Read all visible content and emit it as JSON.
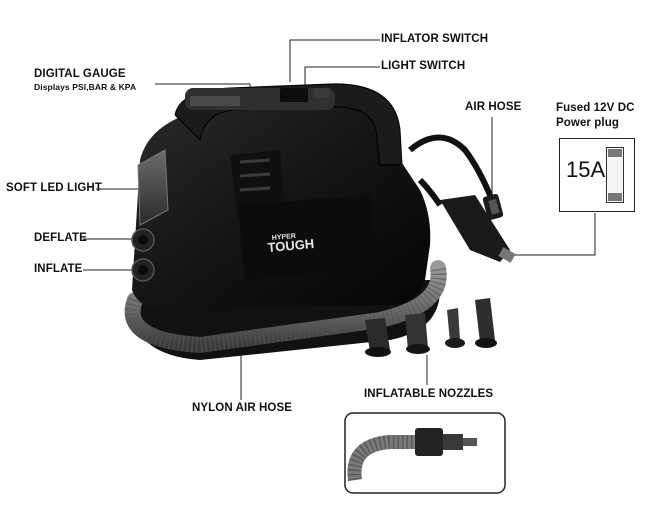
{
  "labels": {
    "digital_gauge": "DIGITAL GAUGE",
    "digital_gauge_sub": "Displays PSI,BAR & KPA",
    "inflator_switch": "INFLATOR  SWITCH",
    "light_switch": "LIGHT SWITCH",
    "air_hose": "AIR HOSE",
    "fused_plug_line1": "Fused 12V DC",
    "fused_plug_line2": "Power plug",
    "fuse_rating": "15A",
    "soft_led_light": "SOFT LED LIGHT",
    "deflate": "DEFLATE",
    "inflate": "INFLATE",
    "nylon_air_hose": "NYLON AIR HOSE",
    "inflatable_nozzles": "INFLATABLE NOZZLES"
  },
  "brand": {
    "line1": "HYPER",
    "line2": "TOUGH"
  }
}
